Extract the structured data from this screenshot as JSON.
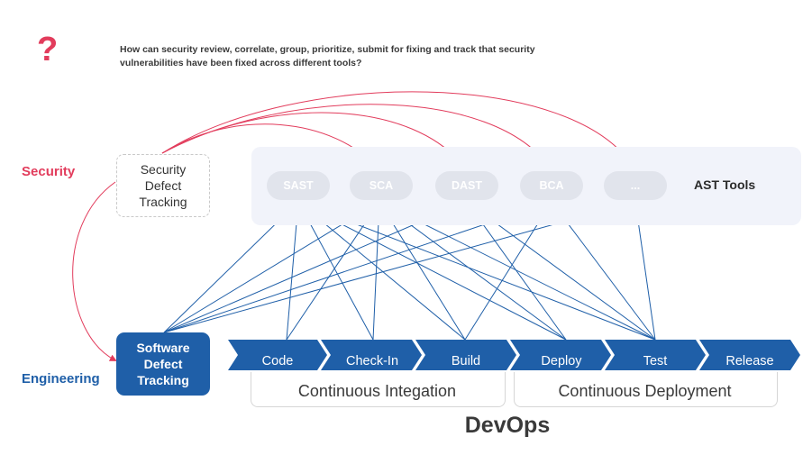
{
  "question_mark": "?",
  "question": "How can security review, correlate, group, prioritize, submit for fixing and track that security vulnerabilities have been fixed across different tools?",
  "lanes": {
    "security": "Security",
    "engineering": "Engineering"
  },
  "security_tracking": [
    "Security",
    "Defect",
    "Tracking"
  ],
  "software_tracking": [
    "Software",
    "Defect",
    "Tracking"
  ],
  "ast_tools": {
    "label": "AST Tools",
    "items": [
      "SAST",
      "SCA",
      "DAST",
      "BCA",
      "..."
    ]
  },
  "pipeline": {
    "stages": [
      "Code",
      "Check-In",
      "Build",
      "Deploy",
      "Test",
      "Release"
    ],
    "groups": [
      "Continuous Integation",
      "Continuous Deployment"
    ],
    "title": "DevOps"
  },
  "colors": {
    "security_red": "#e23c5c",
    "engineering_blue": "#1f5fa8",
    "pill_gray": "#e1e4ec",
    "panel_bg": "#f1f3fa"
  }
}
